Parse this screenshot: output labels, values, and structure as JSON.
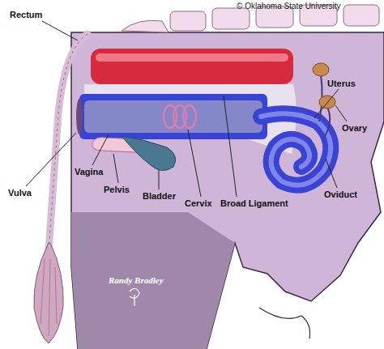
{
  "diagram": {
    "labels": [
      "© Oklahoma State University",
      "Rectum",
      "Uterus",
      "Ovary",
      "Oviduct",
      "Vulva",
      "Vagina",
      "Pelvis",
      "Bladder",
      "Cervix",
      "Broad Ligament",
      "Randy Bradley"
    ]
  }
}
